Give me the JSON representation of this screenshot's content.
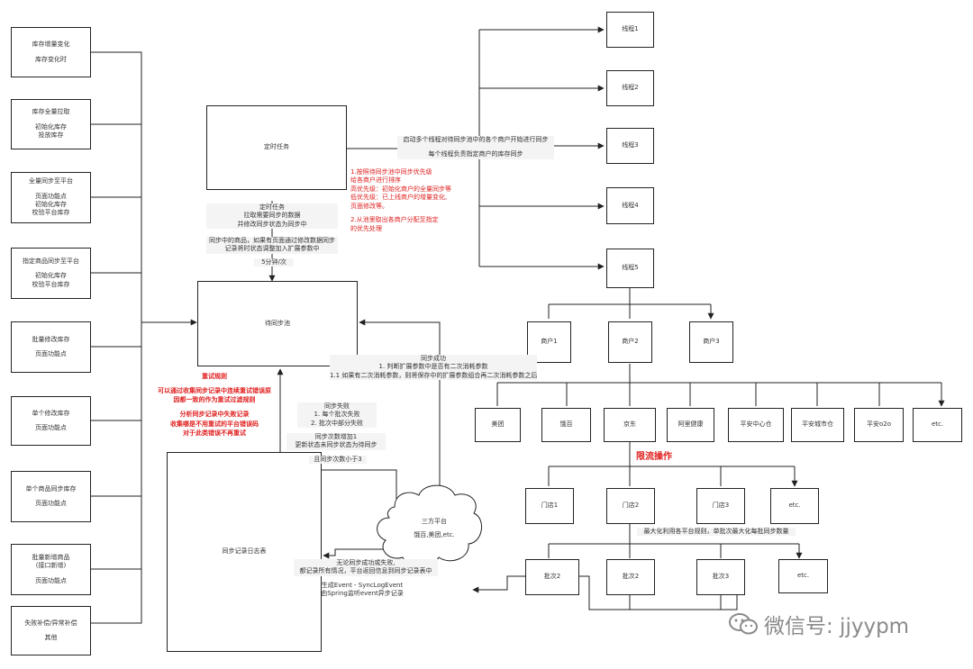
{
  "left_items": [
    {
      "lines": [
        "库存增量变化",
        "库存变化时"
      ]
    },
    {
      "lines": [
        "库存全量拉取",
        "初始化库存",
        "投放库存"
      ]
    },
    {
      "lines": [
        "全量同步至平台",
        "页面功能点",
        "初始化库存",
        "校验平台库存"
      ]
    },
    {
      "lines": [
        "指定商品同步至平台",
        "初始化库存",
        "校验平台库存"
      ]
    },
    {
      "lines": [
        "批量修改库存",
        "页面功能点"
      ]
    },
    {
      "lines": [
        "单个修改库存",
        "页面功能点"
      ]
    },
    {
      "lines": [
        "单个商品同步库存",
        "页面功能点"
      ]
    },
    {
      "lines": [
        "批量新增商品",
        "(接口新增)",
        "页面功能点"
      ]
    },
    {
      "lines": [
        "失败补偿/异常补偿",
        "其他"
      ]
    }
  ],
  "scheduled_task": "定时任务",
  "wait_sync": "待同步池",
  "sync_log": "同步记录日志表",
  "threads": [
    "线程1",
    "线程2",
    "线程3",
    "线程4",
    "线程5"
  ],
  "merchants": [
    "商户1",
    "商户2",
    "商户3"
  ],
  "platforms": [
    "美团",
    "饿百",
    "京东",
    "阿里健康",
    "平安中心仓",
    "平安城市仓",
    "平安o2o",
    "etc."
  ],
  "stores": [
    "门店1",
    "门店2",
    "门店3",
    "etc."
  ],
  "batches": [
    "批次2",
    "批次2",
    "批次3",
    "etc."
  ],
  "cloud": {
    "title": "三方平台",
    "sub": "饿百,美团,etc."
  },
  "labels": {
    "scheduler": [
      "定时任务",
      "拉取需要同步的数据",
      "并修改同步状态为同步中"
    ],
    "merge": [
      "同步中的商品，如果有页面通过修改数据同步",
      "记录将时状态调整加入扩展参数中"
    ],
    "interval": "5分钟/次",
    "thread_note": [
      "启动多个线程对待同步池中的各个商户开始进行同步",
      "每个线程负责指定商户的库存同步"
    ],
    "success": [
      "同步成功",
      "1. 判断扩展参数中是否有二次消耗参数",
      "1.1 如果有二次消耗参数，则将保存中的扩展参数组合再二次消耗参数之后"
    ],
    "fail": [
      "同步失败",
      "1. 每个批次失败",
      "2. 批次中部分失败"
    ],
    "fail_count": [
      "同步次数增加1",
      "更新状态未同步状态为待同步"
    ],
    "fail_limit": "且同步次数小于3",
    "store_rule": "最大化利用各平台规则，单批次最大化每批同步数量",
    "log_note": [
      "无论同步成功或失败,",
      "都记录所有情况，平台返回信息到同步记录表中"
    ],
    "event": [
      "生成Event - SyncLogEvent",
      "由Spring监听event异步记录"
    ]
  },
  "red_notes": {
    "priority": [
      "1.按照待同步池中同步优先级",
      "给各商户进行排序",
      "高优先级：初始化商户的全量同步等",
      "低优先级：已上线商户的增量变化,",
      "页面修改等。",
      "",
      "2.从池里取出各商户分配至指定",
      "的优先处理"
    ],
    "retry": [
      "重试规则",
      "",
      "可以通过收集同步记录中连续重试错误原",
      "因都一致的作为重试过滤规则",
      "",
      "分析同步记录中失败记录",
      "收集哪是不用重试的平台错误码",
      "对于此类错误不再重试"
    ],
    "limit": "限流操作"
  },
  "watermark": "微信号: jjyypm"
}
